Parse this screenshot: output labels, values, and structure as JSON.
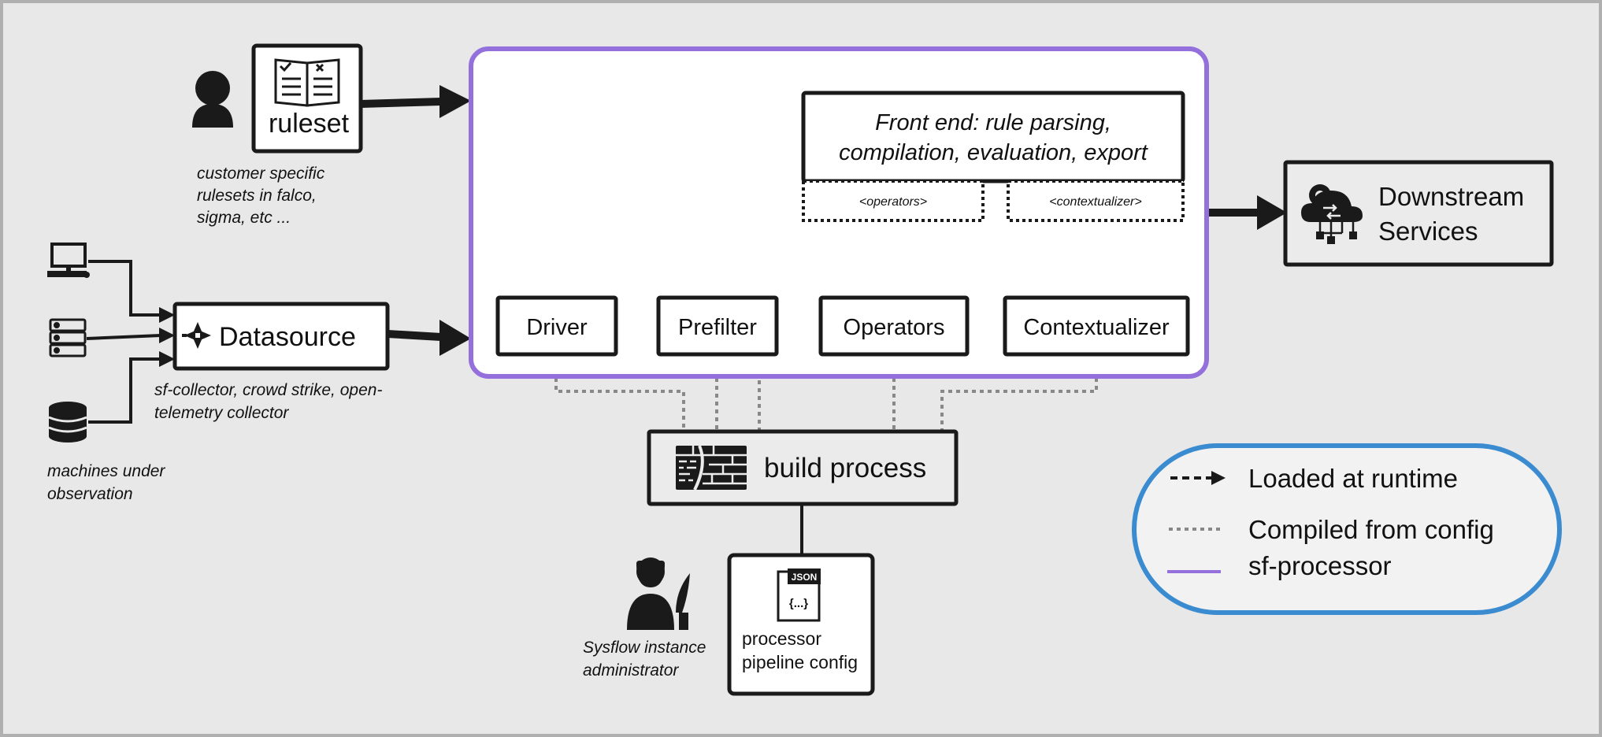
{
  "ruleset": {
    "label": "ruleset",
    "note_lines": [
      "customer specific",
      "rulesets in falco,",
      "sigma, etc ..."
    ]
  },
  "datasource": {
    "label": "Datasource",
    "note_lines": [
      "sf-collector, crowd strike, open-",
      "telemetry collector"
    ]
  },
  "machines": {
    "note_lines": [
      "machines under",
      "observation"
    ]
  },
  "processor": {
    "frontend_lines": [
      "Front end: rule parsing,",
      "compilation, evaluation, export"
    ],
    "operators_slot": "<operators>",
    "contextualizer_slot": "<contextualizer>",
    "stages": [
      "Driver",
      "Prefilter",
      "Operators",
      "Contextualizer"
    ]
  },
  "downstream": {
    "label_lines": [
      "Downstream",
      "Services"
    ]
  },
  "build": {
    "label": "build process"
  },
  "config": {
    "json_tag": "JSON",
    "json_glyph": "{...}",
    "label_lines": [
      "processor",
      "pipeline config"
    ]
  },
  "admin": {
    "note_lines": [
      "Sysflow instance",
      "administrator"
    ]
  },
  "legend": {
    "runtime": "Loaded at runtime",
    "compiled": "Compiled from config",
    "processor": "sf-processor"
  },
  "colors": {
    "processor_border": "#9370db",
    "legend_border": "#3a8bd0",
    "dotted": "#888888",
    "ink": "#1a1a1a"
  }
}
